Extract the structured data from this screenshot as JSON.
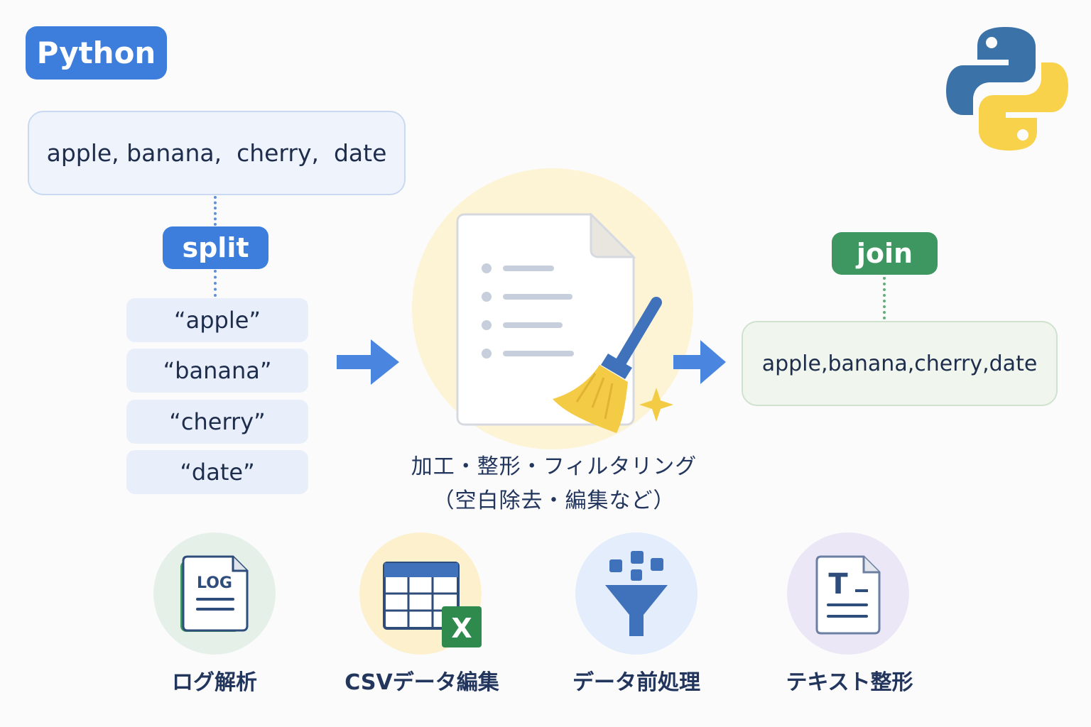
{
  "language_badge": "Python",
  "input_string": "apple, banana,  cherry,  date",
  "split_label": "split",
  "tokens": [
    "“apple”",
    "“banana”",
    "“cherry”",
    "“date”"
  ],
  "join_label": "join",
  "output_string": "apple,banana,cherry,date",
  "process": {
    "caption_line1": "加工・整形・フィルタリング",
    "caption_line2": "（空白除去・編集など）"
  },
  "use_cases": [
    {
      "label": "ログ解析",
      "icon": "log-file-icon",
      "icon_text": "LOG"
    },
    {
      "label": "CSVデータ編集",
      "icon": "spreadsheet-icon",
      "icon_text": "X"
    },
    {
      "label": "データ前処理",
      "icon": "funnel-icon"
    },
    {
      "label": "テキスト整形",
      "icon": "text-document-icon",
      "icon_text": "T"
    }
  ],
  "colors": {
    "blue": "#3d7ddc",
    "green": "#3e9660",
    "yellow": "#f5d24e",
    "python_blue": "#3b73a8",
    "python_yellow": "#f7d24a"
  }
}
